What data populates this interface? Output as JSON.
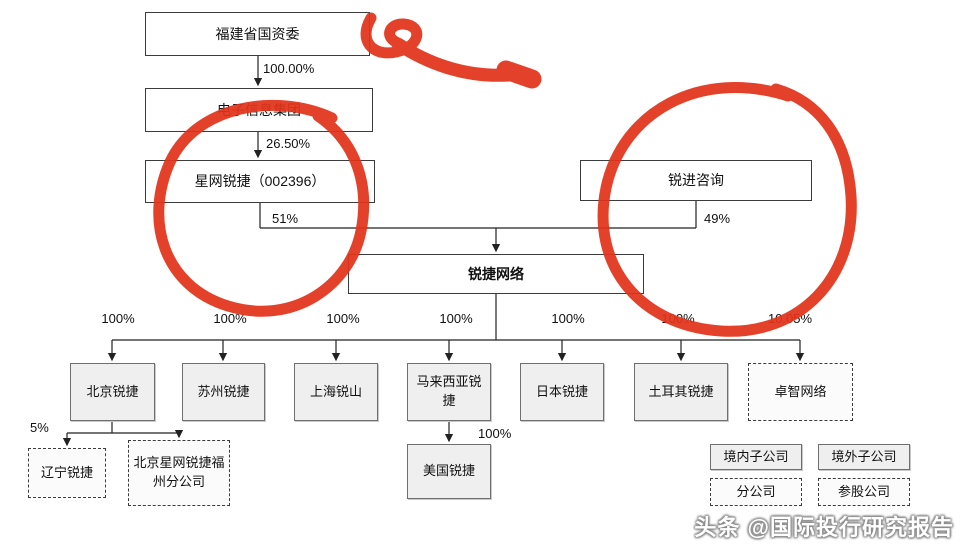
{
  "nodes": {
    "sasac": {
      "label": "福建省国资委"
    },
    "group": {
      "label": "电子信息集团"
    },
    "starnet": {
      "label": "星网锐捷（002396）"
    },
    "ruijin": {
      "label": "锐进咨询"
    },
    "ruijie": {
      "label": "锐捷网络"
    },
    "beijing": {
      "label": "北京锐捷"
    },
    "suzhou": {
      "label": "苏州锐捷"
    },
    "shanghai": {
      "label": "上海锐山"
    },
    "malaysia": {
      "label": "马来西亚锐捷"
    },
    "japan": {
      "label": "日本锐捷"
    },
    "turkey": {
      "label": "土耳其锐捷"
    },
    "zhuozhi": {
      "label": "卓智网络"
    },
    "liaoning": {
      "label": "辽宁锐捷"
    },
    "fuzhou": {
      "label": "北京星网锐捷福州分公司"
    },
    "usa": {
      "label": "美国锐捷"
    }
  },
  "ownership": {
    "sasac_group": "100.00%",
    "group_starnet": "26.50%",
    "starnet_ruijie": "51%",
    "ruijin_ruijie": "49%",
    "distribution": [
      "100%",
      "100%",
      "100%",
      "100%",
      "100%",
      "100%",
      "10.05%"
    ],
    "beijing_liaoning": "5%",
    "malaysia_usa": "100%"
  },
  "legend": {
    "domestic": "境内子公司",
    "overseas": "境外子公司",
    "branch": "分公司",
    "equity": "参股公司"
  },
  "watermark": "头条 @国际投行研究报告",
  "colors": {
    "annotation_red": "#e2331b",
    "line": "#222222",
    "box_fill_grey": "#efefef"
  }
}
